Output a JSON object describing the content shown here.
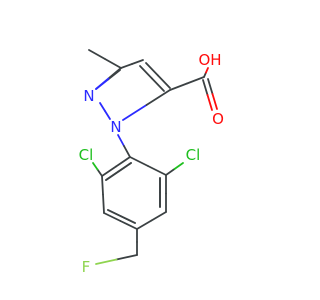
{
  "molecule": {
    "colors": {
      "carbon_bond": "#3b4143",
      "nitrogen": "#2b2bff",
      "oxygen": "#ff0d0d",
      "chlorine": "#1fbf1f",
      "fluorine": "#8fd44f"
    },
    "atoms": {
      "O_carbonyl": "O",
      "O_hydroxyl": "OH",
      "N1": "N",
      "N2": "N",
      "Cl_left": "Cl",
      "Cl_right": "Cl",
      "F": "F"
    }
  }
}
